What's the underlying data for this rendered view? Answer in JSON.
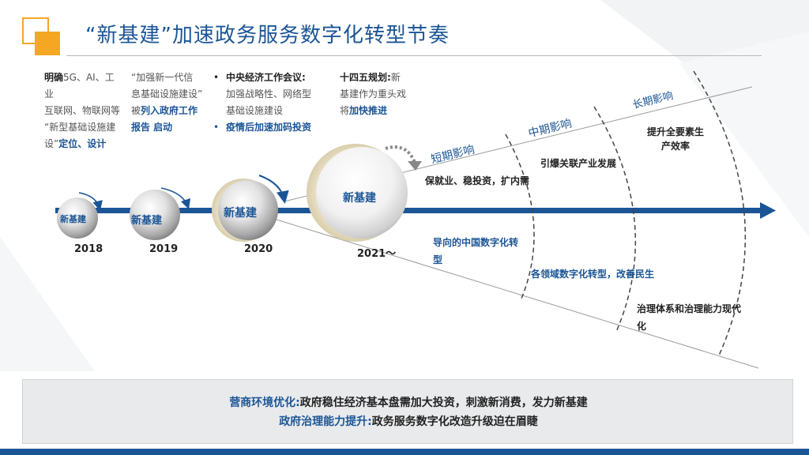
{
  "title": "“新基建”加速政务服务数字化转型节奏",
  "columns": [
    {
      "line1_a": "明确",
      "line1_b": "5G、AI、工业",
      "line2": "互联网、物联网等",
      "line3": "“新型基础设施建",
      "line4_a": "设”",
      "line4_b": "定位、设计"
    },
    {
      "line1": "“加强新一代信",
      "line2": "息基础设施建设”",
      "line3_a": "被",
      "line3_b": "列入政府工作",
      "line4": "报告 启动"
    },
    {
      "bullet": "•",
      "heading": "中央经济工作会议:",
      "line2": "加强战略性、网络型",
      "line3": "基础设施建设",
      "bullet2": "•",
      "line4": "疫情后加速加码投资"
    },
    {
      "heading": "十四五规划:",
      "line1_b": "新",
      "line2": "基建作为重头戏",
      "line3_a": "将",
      "line3_b": "加快推进"
    }
  ],
  "timeline": {
    "sphere_label": "新基建",
    "years": [
      "2018",
      "2019",
      "2020",
      "2021～"
    ]
  },
  "phases": {
    "short": "短期影响",
    "mid": "中期影响",
    "long": "长期影响"
  },
  "impacts_upper": {
    "short": "保就业、稳投资，扩内需",
    "mid": "引爆关联产业发展",
    "long": "提升全要素生产效率"
  },
  "impacts_lower": {
    "short": "导向的中国数字化转型",
    "mid": "各领域数字化转型，改善民生",
    "long": "治理体系和治理能力现代化"
  },
  "footer": {
    "line1_key": "营商环境优化:",
    "line1_text": "政府稳住经济基本盘需加大投资，刺激新消费，发力新基建",
    "line2_key": "政府治理能力提升:",
    "line2_text": "政务服务数字化改造升级迫在眉睫"
  },
  "colors": {
    "brand_blue": "#1b5596",
    "accent_orange": "#f5a623"
  }
}
